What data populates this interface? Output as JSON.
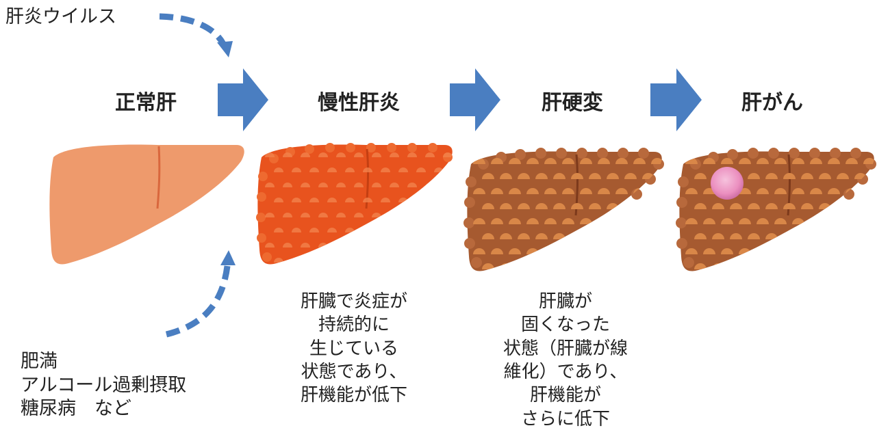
{
  "causes": {
    "virus": "肝炎ウイルス",
    "lifestyle_lines": [
      "肥満",
      "アルコール過剰摂取",
      "糖尿病　など"
    ]
  },
  "stages": [
    {
      "label": "正常肝"
    },
    {
      "label": "慢性肝炎",
      "description_lines": [
        "肝臓で炎症が",
        "持続的に",
        "生じている",
        "状態であり、",
        "肝機能が低下"
      ]
    },
    {
      "label": "肝硬変",
      "description_lines": [
        "肝臓が",
        "固くなった",
        "状態（肝臓が線",
        "維化）であり、",
        "肝機能が",
        "さらに低下"
      ]
    },
    {
      "label": "肝がん"
    }
  ],
  "colors": {
    "arrow": "#4a7ec1",
    "normal_liver": "#ee9a6c",
    "hepatitis_liver": "#e8531e",
    "cirrhosis_liver": "#a65a30",
    "tumor": "#eb8fbf"
  },
  "icons": [
    "arrow-right-icon",
    "dashed-curved-arrow-icon",
    "liver-icon",
    "tumor-icon"
  ]
}
